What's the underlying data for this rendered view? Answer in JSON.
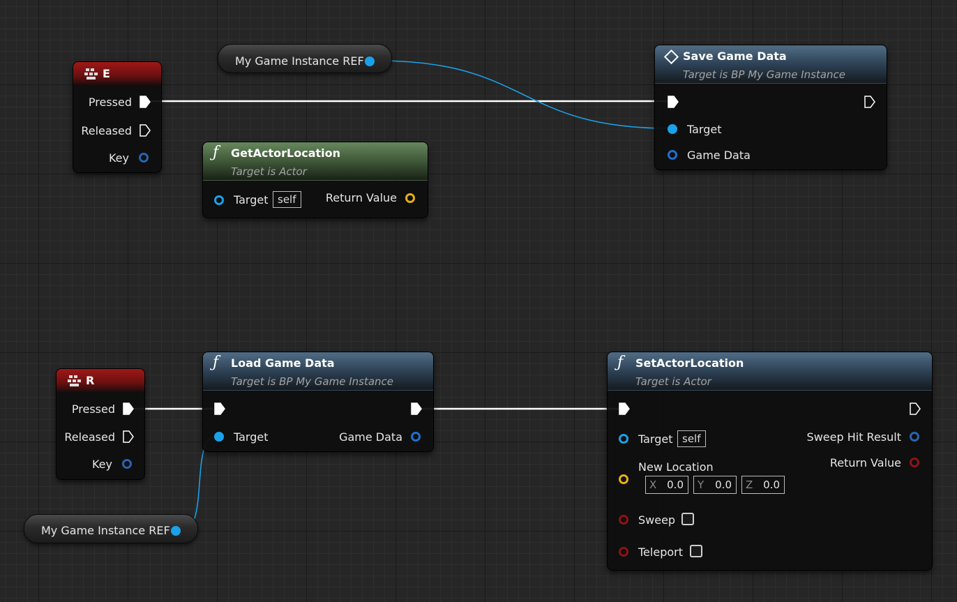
{
  "var_top": {
    "label": "My Game Instance REF"
  },
  "var_bottom": {
    "label": "My Game Instance REF"
  },
  "event_e": {
    "key": "E",
    "pressed": "Pressed",
    "released": "Released",
    "key_label": "Key"
  },
  "event_r": {
    "key": "R",
    "pressed": "Pressed",
    "released": "Released",
    "key_label": "Key"
  },
  "save_game": {
    "title": "Save Game Data",
    "subtitle": "Target is BP My Game Instance",
    "target": "Target",
    "game_data": "Game Data"
  },
  "get_actor_location": {
    "title": "GetActorLocation",
    "subtitle": "Target is Actor",
    "target": "Target",
    "self": "self",
    "return_value": "Return Value"
  },
  "load_game": {
    "title": "Load Game Data",
    "subtitle": "Target is BP My Game Instance",
    "target": "Target",
    "game_data": "Game Data"
  },
  "set_actor_location": {
    "title": "SetActorLocation",
    "subtitle": "Target is Actor",
    "target": "Target",
    "self": "self",
    "new_location": "New Location",
    "x_axis": "X",
    "x_value": "0.0",
    "y_axis": "Y",
    "y_value": "0.0",
    "z_axis": "Z",
    "z_value": "0.0",
    "sweep": "Sweep",
    "teleport": "Teleport",
    "sweep_hit_result": "Sweep Hit Result",
    "return_value": "Return Value"
  },
  "colors": {
    "exec_wire": "#ffffff",
    "object_pin": "#1aa1e9",
    "vector_pin": "#e5b016",
    "bool_pin": "#8c1414",
    "struct_pin": "#2a63b0",
    "function_header": "#54728c",
    "pure_header": "#6c8e62",
    "event_header": "#a01818"
  },
  "icons": {
    "function": "function-icon",
    "event": "keyboard-icon",
    "macro": "diamond-icon"
  }
}
